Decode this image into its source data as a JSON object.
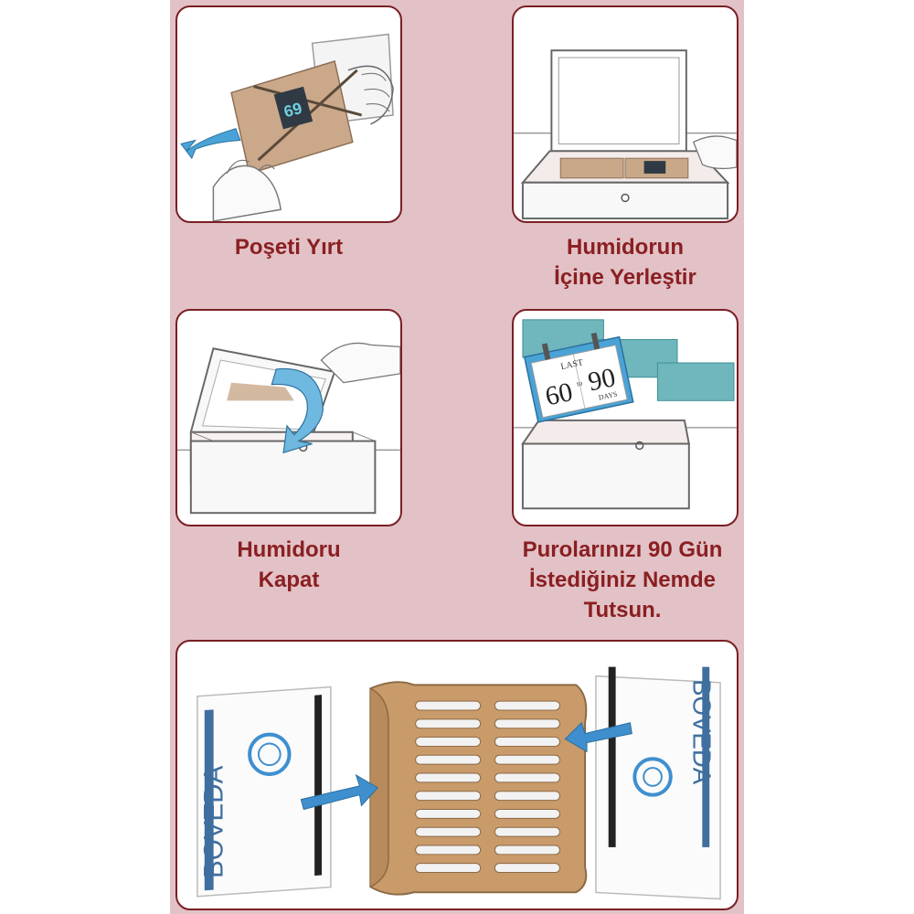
{
  "steps": [
    {
      "lines": [
        "Poşeti Yırt"
      ]
    },
    {
      "lines": [
        "Humidorun",
        "İçine Yerleştir"
      ]
    },
    {
      "lines": [
        "Humidoru",
        "Kapat"
      ]
    },
    {
      "lines": [
        "Purolarınızı 90 Gün",
        "İstediğiniz Nemde",
        "Tutsun."
      ]
    }
  ],
  "calendar": {
    "left_number": "60",
    "right_number": "90",
    "top_word": "LAST",
    "mid_word": "to",
    "bottom_word": "DAYS"
  },
  "packet": {
    "brand": "BOVEDA",
    "number": "69"
  },
  "colors": {
    "caption": "#8a1f22",
    "border": "#7a1f24",
    "background": "#e2c2c6",
    "arrow": "#3f8fcf",
    "wood": "#c99a6a",
    "teal": "#6fb6bd"
  },
  "icons": [
    "tear-arrow-icon",
    "close-lid-arrow-icon",
    "insert-arrow-icon"
  ]
}
